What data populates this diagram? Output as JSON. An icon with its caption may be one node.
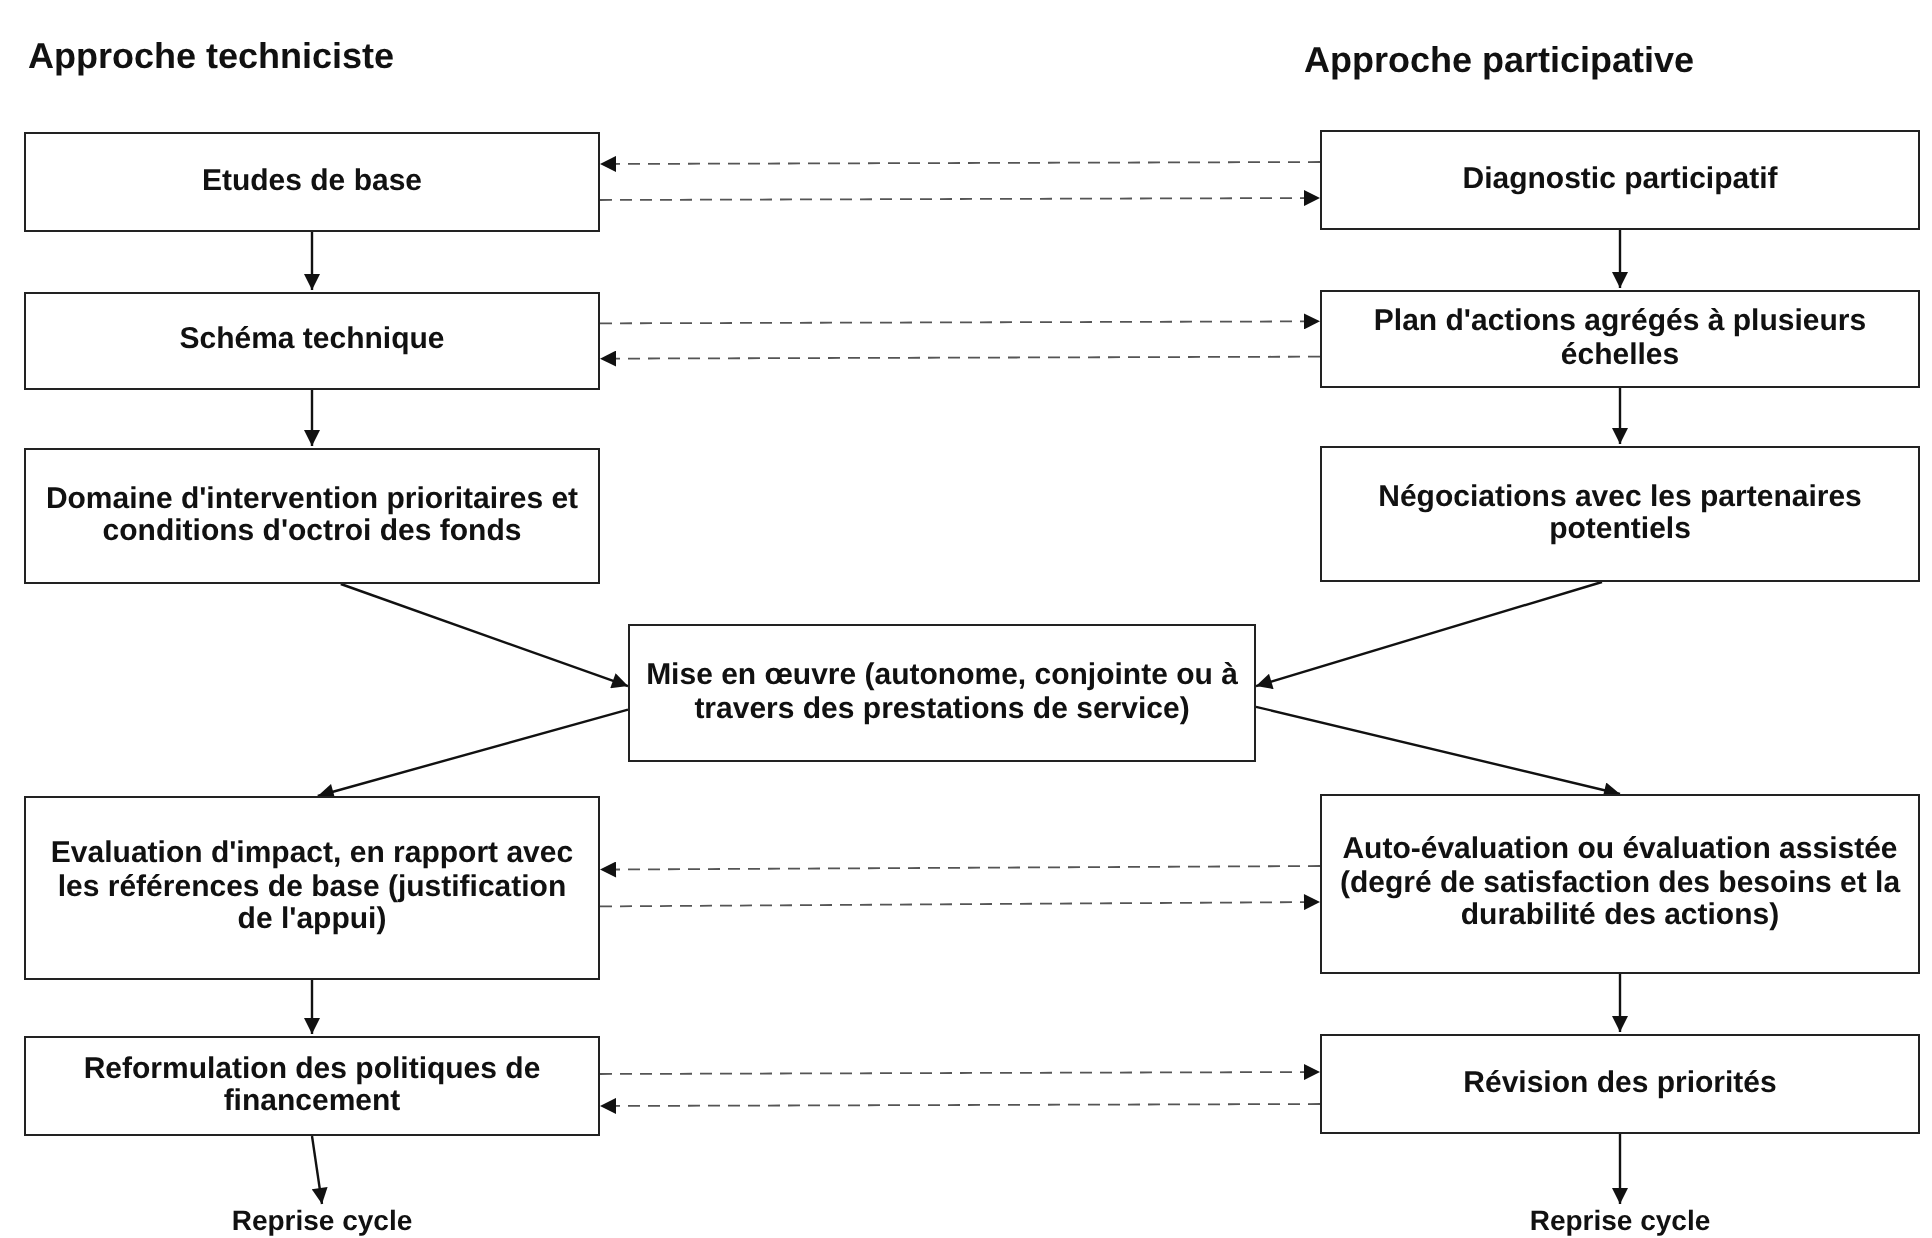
{
  "diagram": {
    "nodes": [
      {
        "text": [
          "Etudes de base"
        ]
      },
      {
        "text": [
          "Diagnostic participatif"
        ]
      },
      {
        "text": [
          "Schéma technique"
        ]
      },
      {
        "text": [
          "Plan d'actions agrégés à plusieurs échelles"
        ]
      },
      {
        "text": [
          "Domaine d'intervention prioritaires et conditions d'octroi des fonds"
        ]
      },
      {
        "text": [
          "Négociations avec les partenaires potentiels"
        ]
      },
      {
        "text": [
          "Mise en œuvre (autonome, conjointe ou à travers des prestations de service)"
        ]
      },
      {
        "text": [
          "Evaluation d'impact, en rapport avec les références de base (justification de l'appui)"
        ]
      },
      {
        "text": [
          "Auto-évaluation ou évaluation assistée (degré de satisfaction des besoins et la durabilité des actions)"
        ]
      },
      {
        "text": [
          "Reformulation des politiques de financement"
        ]
      },
      {
        "text": [
          "Révision des priorités"
        ]
      },
      {
        "text": [
          "Reprise cycle"
        ]
      },
      {
        "text": [
          "Reprise cycle"
        ]
      }
    ],
    "edges": [
      {
        "from": 1,
        "to": 0,
        "arrow": "to",
        "style": "dashed"
      },
      {
        "from": 0,
        "to": 1,
        "arrow": "to",
        "style": "dashed"
      },
      {
        "from": 0,
        "to": 2,
        "arrow": "to"
      },
      {
        "from": 1,
        "to": 3,
        "arrow": "to"
      },
      {
        "from": 2,
        "to": 3,
        "arrow": "to",
        "style": "dashed"
      },
      {
        "from": 3,
        "to": 2,
        "arrow": "to",
        "style": "dashed"
      },
      {
        "from": 2,
        "to": 4,
        "arrow": "to"
      },
      {
        "from": 3,
        "to": 5,
        "arrow": "to"
      },
      {
        "from": 4,
        "to": 6,
        "arrow": "to"
      },
      {
        "from": 5,
        "to": 6,
        "arrow": "to"
      },
      {
        "from": 6,
        "to": 7,
        "arrow": "to"
      },
      {
        "from": 6,
        "to": 8,
        "arrow": "to"
      },
      {
        "from": 8,
        "to": 7,
        "arrow": "to",
        "style": "dashed"
      },
      {
        "from": 7,
        "to": 8,
        "arrow": "to",
        "style": "dashed"
      },
      {
        "from": 7,
        "to": 9,
        "arrow": "to"
      },
      {
        "from": 8,
        "to": 10,
        "arrow": "to"
      },
      {
        "from": 9,
        "to": 10,
        "arrow": "to",
        "style": "dashed"
      },
      {
        "from": 10,
        "to": 9,
        "arrow": "to",
        "style": "dashed"
      },
      {
        "from": 9,
        "to": 11,
        "arrow": "to"
      },
      {
        "from": 10,
        "to": 12,
        "arrow": "to"
      }
    ],
    "labels": [
      "Approche techniciste",
      "Approche participative"
    ]
  }
}
